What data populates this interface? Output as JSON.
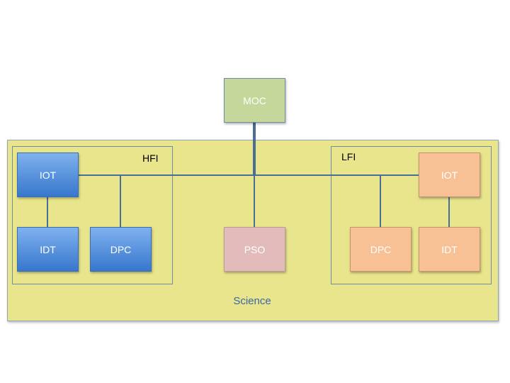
{
  "diagram": {
    "moc": "MOC",
    "science": "Science",
    "pso": "PSO",
    "hfi": {
      "title": "HFI",
      "iot": "IOT",
      "idt": "IDT",
      "dpc": "DPC"
    },
    "lfi": {
      "title": "LFI",
      "iot": "IOT",
      "idt": "IDT",
      "dpc": "DPC"
    }
  },
  "colors": {
    "science_bg": "#e8e58c",
    "blue": "#3777cd",
    "orange": "#f8c195",
    "pink": "#e4bbbb",
    "green": "#c5d79b",
    "connector": "#4a6e98"
  }
}
